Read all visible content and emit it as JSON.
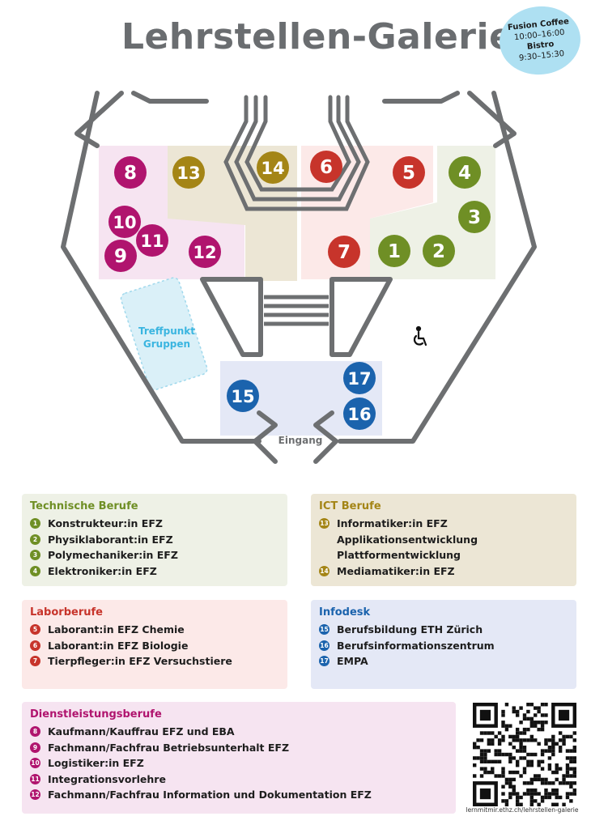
{
  "title": "Lehrstellen-Galerie",
  "badge": {
    "line1": "Fusion Coffee",
    "line2": "10:00–16:00",
    "line3": "Bistro",
    "line4": "9:30–15:30"
  },
  "map": {
    "treffpunkt_line1": "Treffpunkt",
    "treffpunkt_line2": "Gruppen",
    "entrance": "Eingang",
    "accessible_icon": "wheelchair-icon",
    "markers": [
      {
        "n": "1",
        "color": "#6f8f25"
      },
      {
        "n": "2",
        "color": "#6f8f25"
      },
      {
        "n": "3",
        "color": "#6f8f25"
      },
      {
        "n": "4",
        "color": "#6f8f25"
      },
      {
        "n": "5",
        "color": "#c7342b"
      },
      {
        "n": "6",
        "color": "#c7342b"
      },
      {
        "n": "7",
        "color": "#c7342b"
      },
      {
        "n": "8",
        "color": "#b0146e"
      },
      {
        "n": "9",
        "color": "#b0146e"
      },
      {
        "n": "10",
        "color": "#b0146e"
      },
      {
        "n": "11",
        "color": "#b0146e"
      },
      {
        "n": "12",
        "color": "#b0146e"
      },
      {
        "n": "13",
        "color": "#a48516"
      },
      {
        "n": "14",
        "color": "#a48516"
      },
      {
        "n": "15",
        "color": "#1b63ad"
      },
      {
        "n": "16",
        "color": "#1b63ad"
      },
      {
        "n": "17",
        "color": "#1b63ad"
      }
    ]
  },
  "colors": {
    "green": "#6f8f25",
    "red": "#c7342b",
    "magenta": "#b0146e",
    "olive": "#a48516",
    "blue": "#1b63ad",
    "wall": "#6d6f71",
    "zone_green": "#eef1e6",
    "zone_red": "#fce9e8",
    "zone_magenta": "#f6e4f1",
    "zone_olive": "#ece6d5",
    "zone_blue": "#e4e8f6",
    "zone_cyan": "#daf0f8"
  },
  "legend": {
    "technische": {
      "title": "Technische Berufe",
      "items": [
        {
          "n": "1",
          "text": "Konstrukteur:in EFZ"
        },
        {
          "n": "2",
          "text": "Physiklaborant:in EFZ"
        },
        {
          "n": "3",
          "text": "Polymechaniker:in EFZ"
        },
        {
          "n": "4",
          "text": "Elektroniker:in EFZ"
        }
      ]
    },
    "ict": {
      "title": "ICT Berufe",
      "item13": "Informatiker:in EFZ",
      "sub1": "Applikationsentwicklung",
      "sub2": "Plattformentwicklung",
      "item14": "Mediamatiker:in EFZ",
      "n13": "13",
      "n14": "14"
    },
    "labor": {
      "title": "Laborberufe",
      "items": [
        {
          "n": "5",
          "text": "Laborant:in EFZ Chemie"
        },
        {
          "n": "6",
          "text": "Laborant:in EFZ Biologie"
        },
        {
          "n": "7",
          "text": "Tierpfleger:in EFZ Versuchstiere"
        }
      ]
    },
    "infodesk": {
      "title": "Infodesk",
      "items": [
        {
          "n": "15",
          "text": "Berufsbildung ETH Zürich"
        },
        {
          "n": "16",
          "text": "Berufsinformationszentrum"
        },
        {
          "n": "17",
          "text": "EMPA"
        }
      ]
    },
    "dienst": {
      "title": "Dienstleistungsberufe",
      "items": [
        {
          "n": "8",
          "text": "Kaufmann/Kauffrau EFZ und EBA"
        },
        {
          "n": "9",
          "text": "Fachmann/Fachfrau Betriebsunterhalt EFZ"
        },
        {
          "n": "10",
          "text": "Logistiker:in EFZ"
        },
        {
          "n": "11",
          "text": "Integrationsvorlehre"
        },
        {
          "n": "12",
          "text": "Fachmann/Fachfrau Information und Dokumentation EFZ"
        }
      ]
    }
  },
  "qr": {
    "url": "lernmitmir.ethz.ch/lehrstellen-galerie"
  }
}
